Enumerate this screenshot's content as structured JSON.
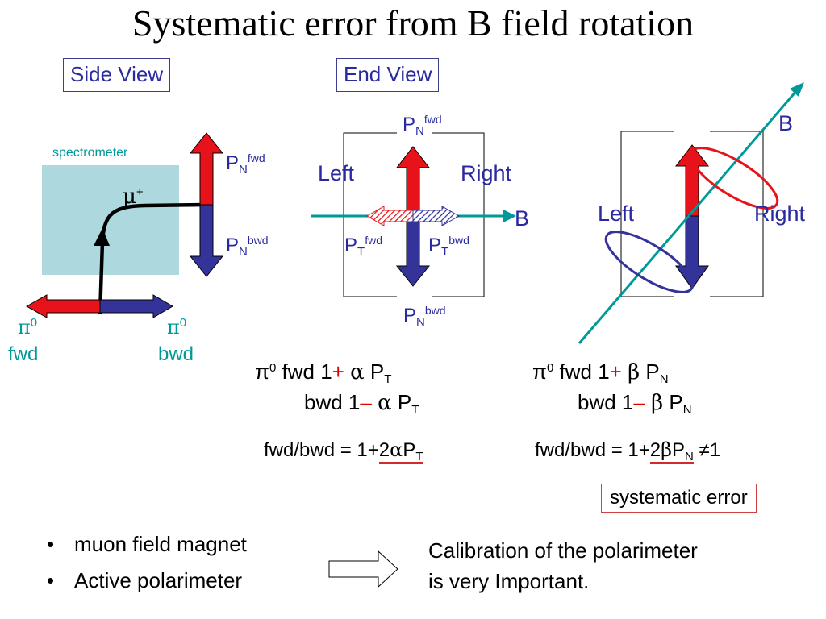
{
  "title": "Systematic error from B field rotation",
  "side_view": {
    "label": "Side View",
    "spectrometer_label": "spectrometer",
    "muon_label": "μ",
    "muon_charge": "+",
    "pn_fwd": {
      "main": "P",
      "sub": "N",
      "sup": "fwd"
    },
    "pn_bwd": {
      "main": "P",
      "sub": "N",
      "sup": "bwd"
    },
    "pi_fwd": {
      "sym": "π",
      "sup": "0",
      "text": "fwd"
    },
    "pi_bwd": {
      "sym": "π",
      "sup": "0",
      "text": "bwd"
    }
  },
  "end_view": {
    "label": "End View",
    "left": "Left",
    "right": "Right",
    "b_label": "B",
    "pn_fwd": {
      "main": "P",
      "sub": "N",
      "sup": "fwd"
    },
    "pn_bwd": {
      "main": "P",
      "sub": "N",
      "sup": "bwd"
    },
    "pt_fwd": {
      "main": "P",
      "sub": "T",
      "sup": "fwd"
    },
    "pt_bwd": {
      "main": "P",
      "sub": "T",
      "sup": "bwd"
    }
  },
  "rotated_view": {
    "left": "Left",
    "right": "Right",
    "b_label": "B"
  },
  "equations_left": {
    "line1": {
      "pi": "π",
      "sup": "0",
      "text": " fwd  1",
      "sign": "+",
      "greek": "α",
      "p": "P",
      "sub": "T"
    },
    "line2": {
      "text": "bwd 1",
      "sign": "–",
      "greek": "α",
      "p": "P",
      "sub": "T"
    },
    "ratio": {
      "text": "fwd/bwd = 1+",
      "ul": "2",
      "greek": "α",
      "p": "P",
      "sub": "T"
    }
  },
  "equations_right": {
    "line1": {
      "pi": "π",
      "sup": "0",
      "text": " fwd  1",
      "sign": "+",
      "greek": "β",
      "p": "P",
      "sub": "N"
    },
    "line2": {
      "text": "bwd 1",
      "sign": "–",
      "greek": "β",
      "p": "P",
      "sub": "N"
    },
    "ratio": {
      "text": "fwd/bwd = 1+",
      "ul": "2",
      "greek": "β",
      "p": "P",
      "sub": "N",
      "tail": " ≠1"
    }
  },
  "systematic_error": "systematic error",
  "bullets": [
    "muon field magnet",
    "Active polarimeter"
  ],
  "conclusion": [
    "Calibration of the polarimeter",
    "is very Important."
  ],
  "colors": {
    "red": "#e8131a",
    "blue": "#33339a",
    "teal": "#009999",
    "spectrometer": "#add8de"
  }
}
